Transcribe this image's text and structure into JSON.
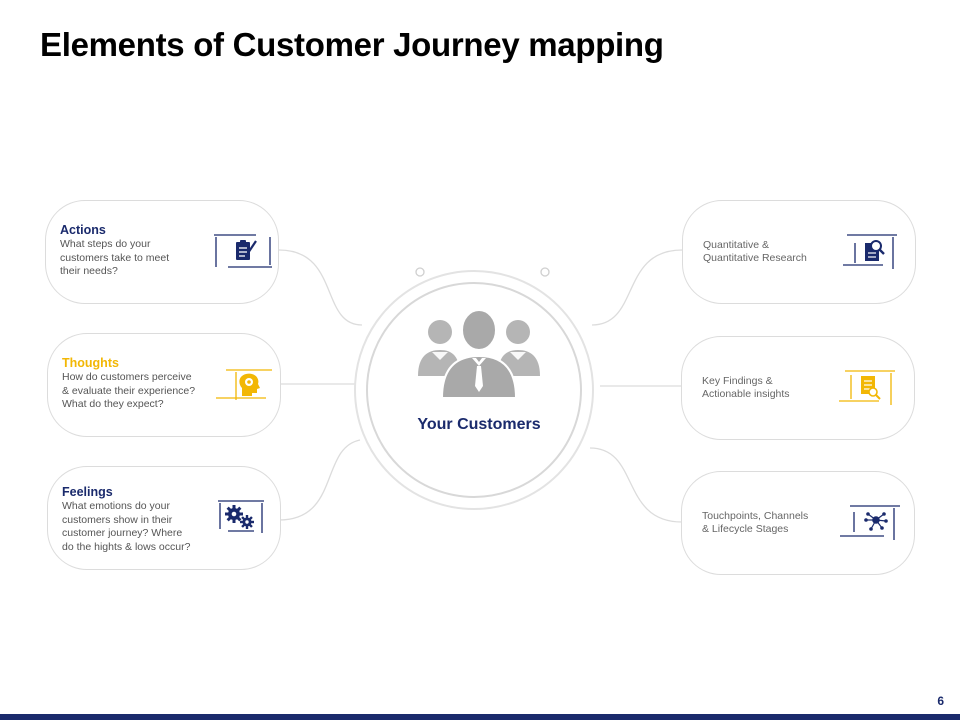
{
  "title": "Elements of Customer Journey mapping",
  "center": {
    "label": "Your Customers",
    "icon": "customers-group-icon"
  },
  "left_cards": [
    {
      "heading": "Actions",
      "heading_color": "#1a2a6c",
      "lines": [
        "What steps do your",
        "customers take to meet",
        "their needs?"
      ],
      "icon": "checklist-icon"
    },
    {
      "heading": "Thoughts",
      "heading_color": "#f2b705",
      "lines": [
        "How do customers perceive",
        "& evaluate their experience?",
        "What do they expect?"
      ],
      "icon": "head-gear-icon"
    },
    {
      "heading": "Feelings",
      "heading_color": "#1a2a6c",
      "lines": [
        "What emotions do your",
        "customers show in their",
        "customer journey? Where",
        "do the hights & lows occur?"
      ],
      "icon": "gears-icon"
    }
  ],
  "right_cards": [
    {
      "lines": [
        "Quantitative &",
        "Quantitative Research"
      ],
      "icon": "document-search-icon"
    },
    {
      "lines": [
        "Key Findings &",
        "Actionable insights"
      ],
      "icon": "findings-icon"
    },
    {
      "lines": [
        "Touchpoints, Channels",
        "& Lifecycle Stages"
      ],
      "icon": "network-icon"
    }
  ],
  "colors": {
    "navy": "#1a2a6c",
    "yellow": "#f2b705",
    "gray": "#c8c8c8"
  },
  "page_number": "6"
}
